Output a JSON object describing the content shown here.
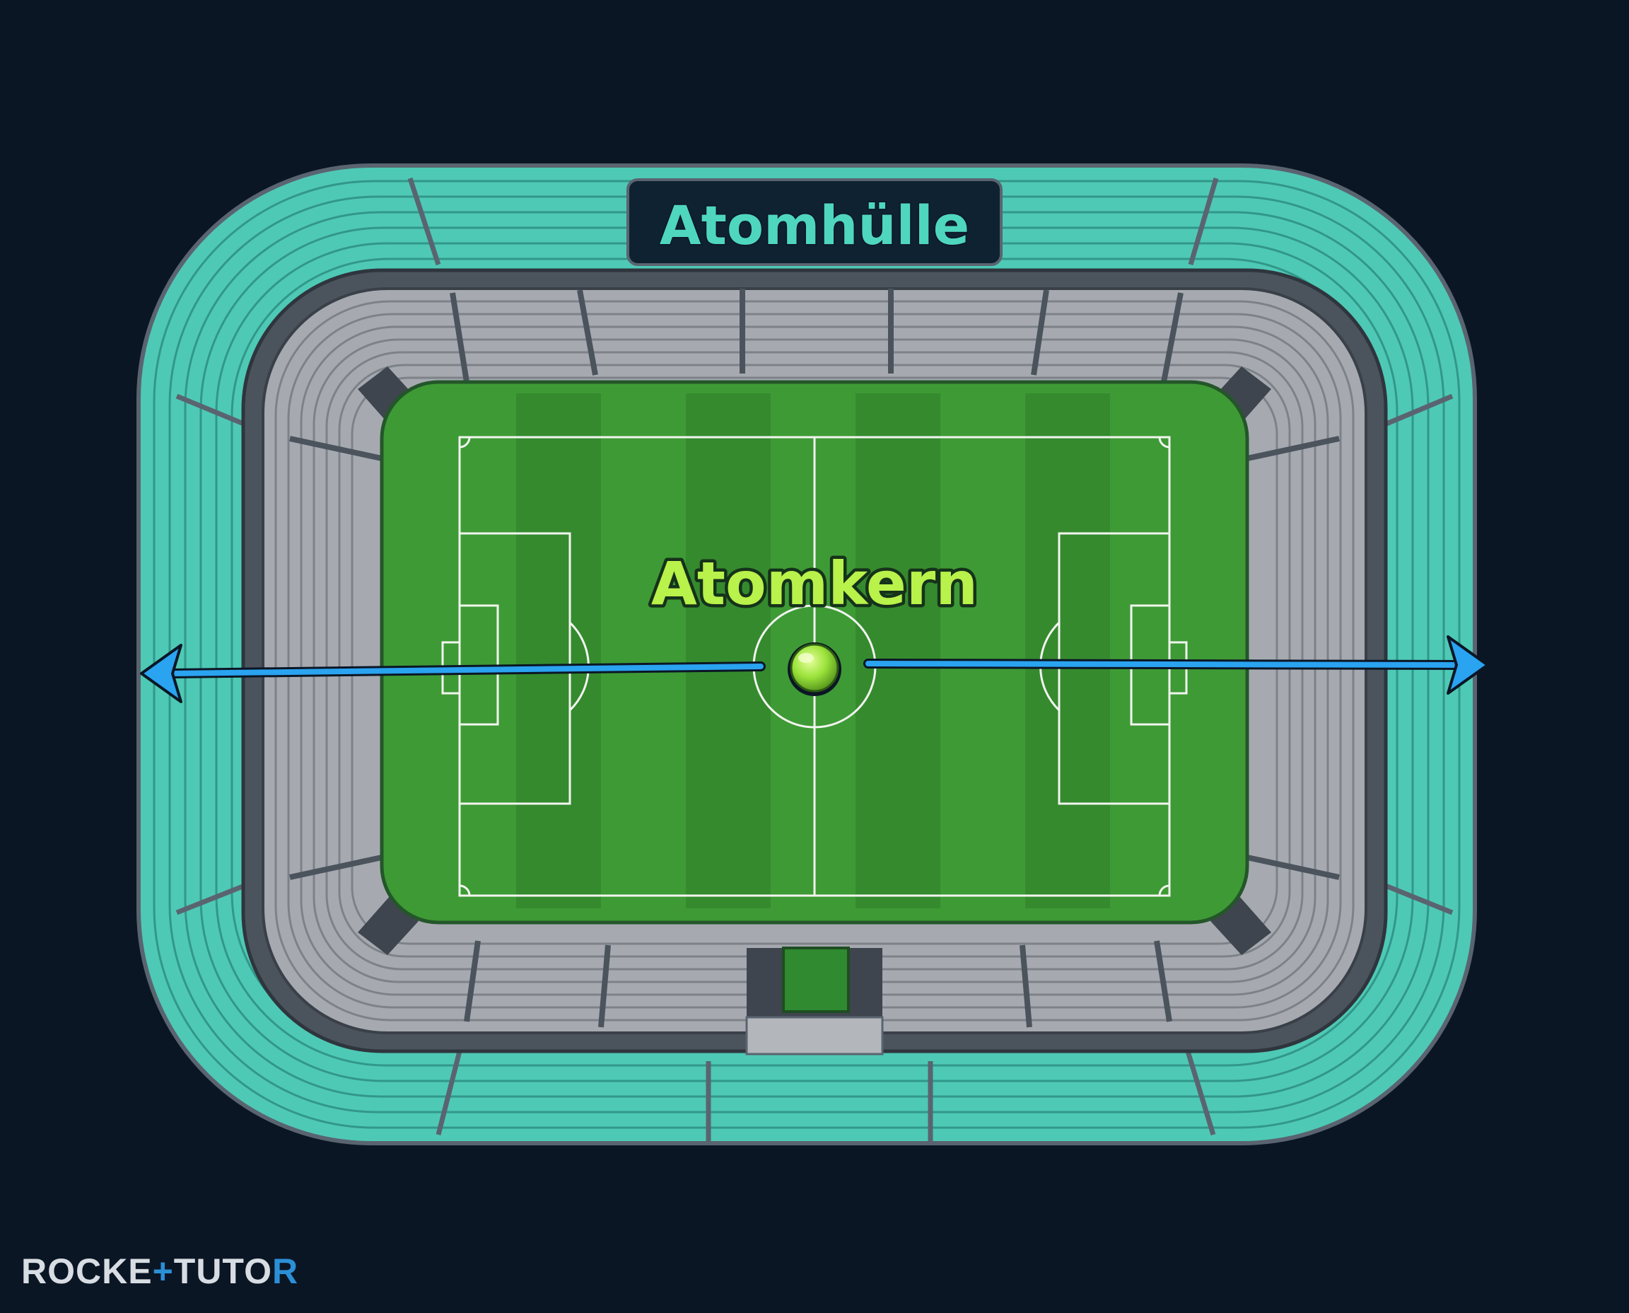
{
  "labels": {
    "shell": "Atomhülle",
    "nucleus": "Atomkern"
  },
  "brand": {
    "part1": "ROCKE",
    "mark": "+",
    "part2": "TUT",
    "part3": "O",
    "part4": "R"
  },
  "colors": {
    "background": "#0b1625",
    "shell_seats": "#4ec9b5",
    "inner_seats": "#a6aab0",
    "pitch": "#3e9a35",
    "pitch_stripe": "#358a2e",
    "nucleus": "#9be23b",
    "arrow": "#2aa3f0",
    "label_shell_text": "#4fd6bf",
    "label_nucleus_text": "#b8f24a"
  },
  "icons": {
    "arrow_left": "arrow-left-icon",
    "arrow_right": "arrow-right-icon"
  }
}
